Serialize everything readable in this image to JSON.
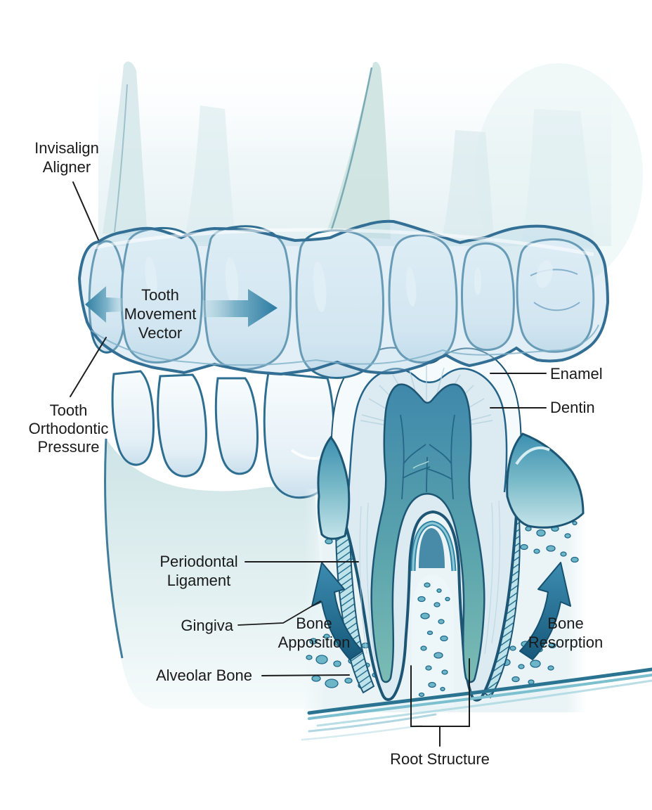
{
  "figure": {
    "palette": {
      "outline": "#1d5674",
      "teal": "#3e8fae",
      "light_blue": "#d7e9f1",
      "bone_speckle": "#6cb6c8",
      "label_text": "#1a1a1a"
    }
  },
  "labels": {
    "invisalign_aligner": {
      "line1": "Invisalign",
      "line2": "Aligner"
    },
    "tooth_movement_vector": {
      "line1": "Tooth",
      "line2": "Movement",
      "line3": "Vector"
    },
    "tooth_orthodontic_pressure": {
      "line1": "Tooth",
      "line2": "Orthodontic",
      "line3": "Pressure"
    },
    "enamel": {
      "text": "Enamel"
    },
    "dentin": {
      "text": "Dentin"
    },
    "periodontal_ligament": {
      "line1": "Periodontal",
      "line2": "Ligament"
    },
    "gingiva": {
      "text": "Gingiva"
    },
    "bone_apposition": {
      "line1": "Bone",
      "line2": "Apposition"
    },
    "bone_resorption": {
      "line1": "Bone",
      "line2": "Resorption"
    },
    "alveolar_bone": {
      "text": "Alveolar Bone"
    },
    "root_structure": {
      "text": "Root Structure"
    }
  }
}
